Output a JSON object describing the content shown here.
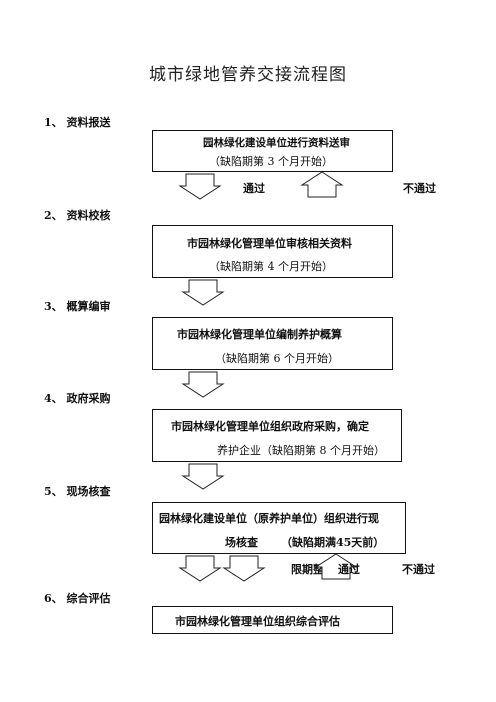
{
  "title": "城市绿地管养交接流程图",
  "steps": [
    {
      "label": "1、 资料报送",
      "line1": "园林绿化建设单位进行资料送审",
      "line2": "（缺陷期第 3 个月开始）"
    },
    {
      "label": "2、 资料校核",
      "line1": "市园林绿化管理单位审核相关资料",
      "line2": "（缺陷期第 4 个月开始）"
    },
    {
      "label": "3、 概算编审",
      "line1": "市园林绿化管理单位编制养护概算",
      "line2": "（缺陷期第 6 个月开始）"
    },
    {
      "label": "4、 政府采购",
      "line1": "市园林绿化管理单位组织政府采购，确定",
      "line2": "养护企业（缺陷期第 8 个月开始）"
    },
    {
      "label": "5、 现场核查",
      "line1": "园林绿化建设单位（原养护单位）组织进行现",
      "line2": "场核查      （缺陷期满45天前）"
    },
    {
      "label": "6、 综合评估",
      "line1": "市园林绿化管理单位组织综合评估",
      "line2": ""
    }
  ],
  "branch1": {
    "pass": "通过",
    "fail": "不通过"
  },
  "branch5": {
    "pass": "通过",
    "limit": "限期整改",
    "pass2": "通过",
    "fail": "不通过"
  }
}
